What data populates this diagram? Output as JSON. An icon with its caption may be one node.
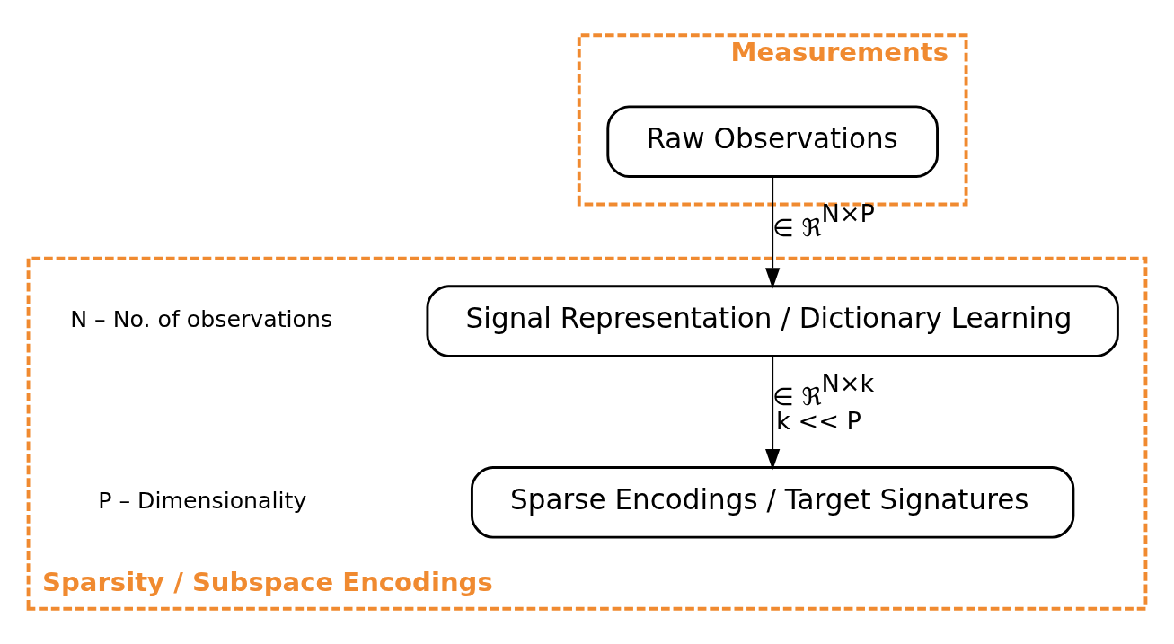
{
  "diagram": {
    "nodes": [
      {
        "text": [
          "Measurements"
        ]
      },
      {
        "text": [
          "Raw Observations"
        ],
        "in": 0
      },
      {
        "text": [
          "Sparsity / Subspace Encodings"
        ]
      },
      {
        "text": [
          "Signal Representation / Dictionary Learning"
        ],
        "in": 2
      },
      {
        "text": [
          "Sparse Encodings / Target Signatures"
        ],
        "in": 2
      }
    ],
    "edges": [
      {
        "from": 1,
        "to": 3,
        "arrow": "to",
        "label": "∈ ℜ$^{N×P}$"
      },
      {
        "from": 3,
        "to": 4,
        "arrow": "to",
        "label": "∈ ℜ$^{N×k}$ k << P"
      }
    ],
    "labels": [
      "N – No. of observations",
      "P – Dimensionality"
    ]
  }
}
